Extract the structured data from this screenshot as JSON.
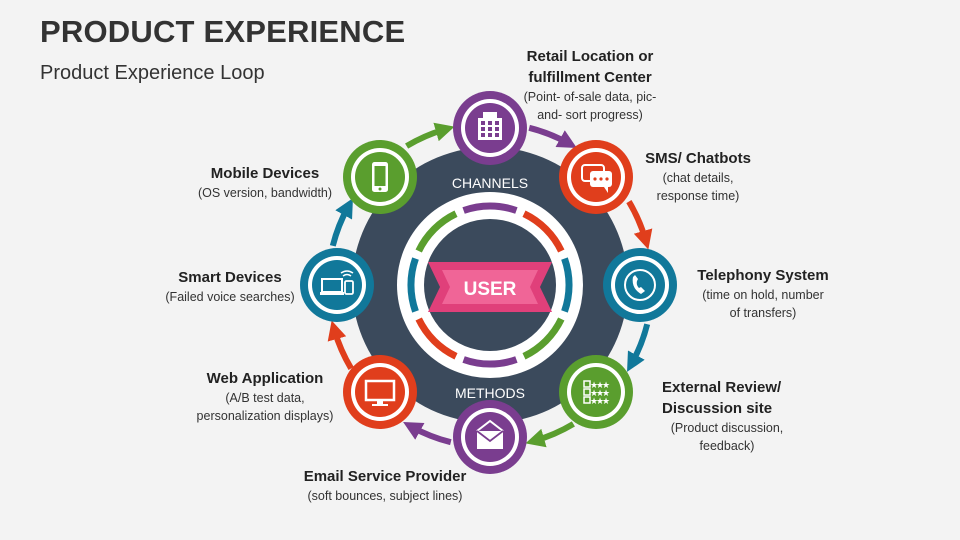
{
  "title": "PRODUCT EXPERIENCE",
  "subtitle": "Product Experience Loop",
  "center": {
    "label": "USER",
    "top_label": "CHANNELS",
    "bottom_label": "METHODS"
  },
  "colors": {
    "purple": "#7a3d8f",
    "red": "#e03e1c",
    "teal": "#11789a",
    "green": "#5a9e2e",
    "dark": "#3b4a5c",
    "pink": "#e0407a"
  },
  "nodes": [
    {
      "id": "retail",
      "title_lines": [
        "Retail Location or",
        "fulfillment Center"
      ],
      "desc_lines": [
        "(Point- of-sale data, pic-",
        "and- sort progress)"
      ],
      "color": "purple",
      "icon": "building-icon"
    },
    {
      "id": "sms",
      "title_lines": [
        "SMS/ Chatbots"
      ],
      "desc_lines": [
        "(chat details,",
        "response time)"
      ],
      "color": "red",
      "icon": "chat-icon"
    },
    {
      "id": "telephony",
      "title_lines": [
        "Telephony System"
      ],
      "desc_lines": [
        "(time on hold, number",
        "of transfers)"
      ],
      "color": "teal",
      "icon": "phone-icon"
    },
    {
      "id": "review",
      "title_lines": [
        "External Review/",
        "Discussion site"
      ],
      "desc_lines": [
        "(Product discussion,",
        "feedback)"
      ],
      "color": "green",
      "icon": "rating-list-icon"
    },
    {
      "id": "email",
      "title_lines": [
        "Email Service Provider"
      ],
      "desc_lines": [
        "(soft bounces, subject lines)"
      ],
      "color": "purple",
      "icon": "envelope-icon"
    },
    {
      "id": "web",
      "title_lines": [
        "Web Application"
      ],
      "desc_lines": [
        "(A/B test data,",
        "personalization displays)"
      ],
      "color": "red",
      "icon": "monitor-icon"
    },
    {
      "id": "smart",
      "title_lines": [
        "Smart Devices"
      ],
      "desc_lines": [
        "(Failed voice searches)"
      ],
      "color": "teal",
      "icon": "smart-devices-icon"
    },
    {
      "id": "mobile",
      "title_lines": [
        "Mobile Devices"
      ],
      "desc_lines": [
        "(OS version, bandwidth)"
      ],
      "color": "green",
      "icon": "smartphone-icon"
    }
  ]
}
